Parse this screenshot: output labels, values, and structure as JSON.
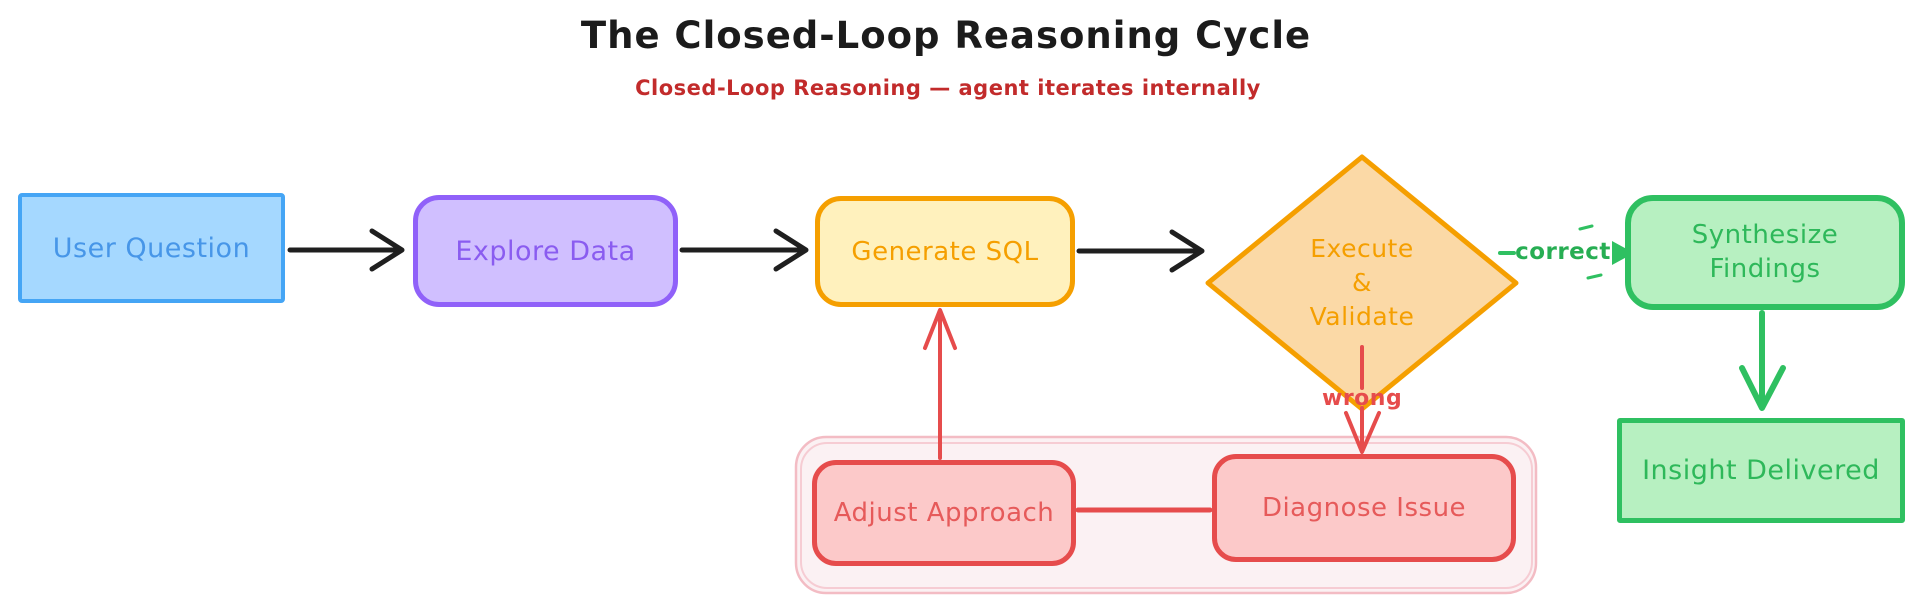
{
  "header": {
    "title": "The Closed-Loop Reasoning Cycle",
    "subtitle": "Closed-Loop Reasoning — agent iterates internally"
  },
  "nodes": {
    "user_question": {
      "label": "User Question",
      "shape": "rectangle"
    },
    "explore_data": {
      "label": "Explore Data",
      "shape": "rounded-rectangle"
    },
    "generate_sql": {
      "label": "Generate SQL",
      "shape": "rounded-rectangle"
    },
    "execute_validate": {
      "label": "Execute\n&\nValidate",
      "shape": "diamond"
    },
    "synthesize_findings": {
      "label": "Synthesize\nFindings",
      "shape": "rounded-rectangle"
    },
    "insight_delivered": {
      "label": "Insight Delivered",
      "shape": "rectangle"
    },
    "adjust_approach": {
      "label": "Adjust Approach",
      "shape": "rounded-rectangle"
    },
    "diagnose_issue": {
      "label": "Diagnose Issue",
      "shape": "rounded-rectangle"
    }
  },
  "edges": {
    "user_to_explore": {
      "from": "user_question",
      "to": "explore_data",
      "label": ""
    },
    "explore_to_sql": {
      "from": "explore_data",
      "to": "generate_sql",
      "label": ""
    },
    "sql_to_validate": {
      "from": "generate_sql",
      "to": "execute_validate",
      "label": ""
    },
    "validate_to_synthesize": {
      "from": "execute_validate",
      "to": "synthesize_findings",
      "label": "correct"
    },
    "synthesize_to_insight": {
      "from": "synthesize_findings",
      "to": "insight_delivered",
      "label": ""
    },
    "validate_to_diagnose": {
      "from": "execute_validate",
      "to": "diagnose_issue",
      "label": "wrong"
    },
    "diagnose_to_adjust": {
      "from": "diagnose_issue",
      "to": "adjust_approach",
      "label": ""
    },
    "adjust_to_sql": {
      "from": "adjust_approach",
      "to": "generate_sql",
      "label": ""
    }
  },
  "colors": {
    "title_text": "#1b1b1b",
    "subtitle_red": "#c22b2b",
    "blue_stroke": "#45a5f5",
    "blue_fill": "#a5d8ff",
    "blue_text": "#4796e8",
    "purple_stroke": "#9061f9",
    "purple_fill": "#d0bfff",
    "purple_text": "#8a5cf0",
    "orange_stroke": "#f59f00",
    "yellow_fill": "#fff1bd",
    "orange_diamond_fill": "#fbd9a6",
    "green_stroke": "#2fc061",
    "green_fill": "#b7f0c1",
    "green_text": "#2eb85a",
    "red_stroke": "#e64c4c",
    "red_fill": "#fcc9c9",
    "red_text": "#e65a5a",
    "loop_container_fill": "#f9e9ec",
    "loop_container_stroke": "#f3bcc4",
    "black_arrow": "#1f1f1f"
  }
}
